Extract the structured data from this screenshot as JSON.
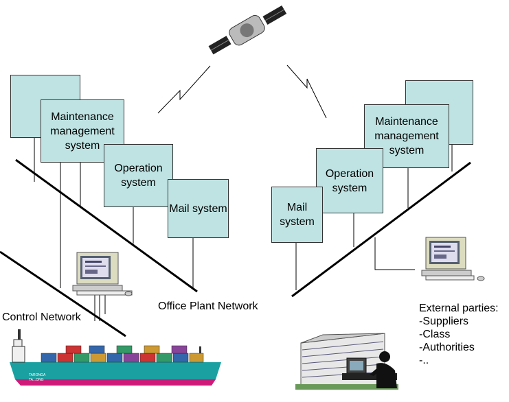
{
  "ship_side": {
    "boxes": [
      "",
      "Maintenance management system",
      "Operation system",
      "Mail system"
    ],
    "control_network_label": "Control Network",
    "office_network_label": "Office Plant Network",
    "ship_text": [
      "TARONGA",
      "TA...ONG"
    ]
  },
  "shore_side": {
    "boxes": [
      "",
      "Maintenance management system",
      "Operation system",
      "Mail system"
    ],
    "external": {
      "title": "External parties:",
      "items": [
        "-Suppliers",
        "-Class",
        "-Authorities",
        "-.."
      ]
    }
  },
  "colors": {
    "box_fill": "#bfe3e3",
    "hull": "#1aa0a0",
    "hull_bottom": "#d01a7a",
    "building": "#e8e8e8"
  }
}
